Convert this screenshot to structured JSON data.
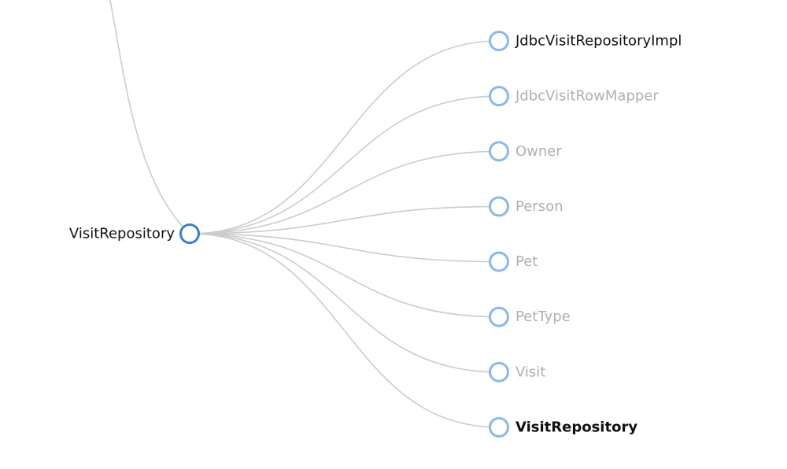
{
  "colors": {
    "link": "#cccccc",
    "root_node_stroke": "#3a7fc8",
    "child_node_stroke": "#8ab8ea",
    "label_dark": "#111111",
    "label_muted": "#b0b0b0"
  },
  "tree": {
    "root": {
      "label": "VisitRepository",
      "style": "strong"
    },
    "children": [
      {
        "label": "JdbcVisitRepositoryImpl",
        "style": "strong"
      },
      {
        "label": "JdbcVisitRowMapper",
        "style": "muted"
      },
      {
        "label": "Owner",
        "style": "muted"
      },
      {
        "label": "Person",
        "style": "muted"
      },
      {
        "label": "Pet",
        "style": "muted"
      },
      {
        "label": "PetType",
        "style": "muted"
      },
      {
        "label": "Visit",
        "style": "muted"
      },
      {
        "label": "VisitRepository",
        "style": "bold"
      }
    ]
  }
}
